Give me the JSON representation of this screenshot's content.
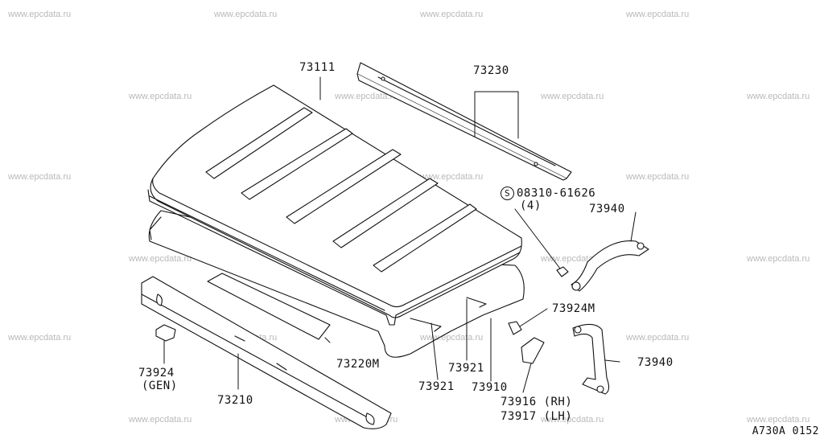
{
  "watermark": "www.epcdata.ru",
  "diagram_code": "A730A 0152",
  "labels": {
    "roof_panel": "73111",
    "roof_rail": "73230",
    "bolt_code": "08310-61626",
    "bolt_symbol": "S",
    "bolt_qty": "(4)",
    "assist_grip_upper": "73940",
    "assist_grip_lower": "73940",
    "clip_m": "73924M",
    "clip_gen_code": "73924",
    "clip_gen_note": "(GEN)",
    "roof_pad": "73220M",
    "header_rail": "73210",
    "lining_tab_left": "73921",
    "lining_tab_right": "73921",
    "roof_lining": "73910",
    "bracket_rh": "73916 (RH)",
    "bracket_lh": "73917 (LH)"
  }
}
